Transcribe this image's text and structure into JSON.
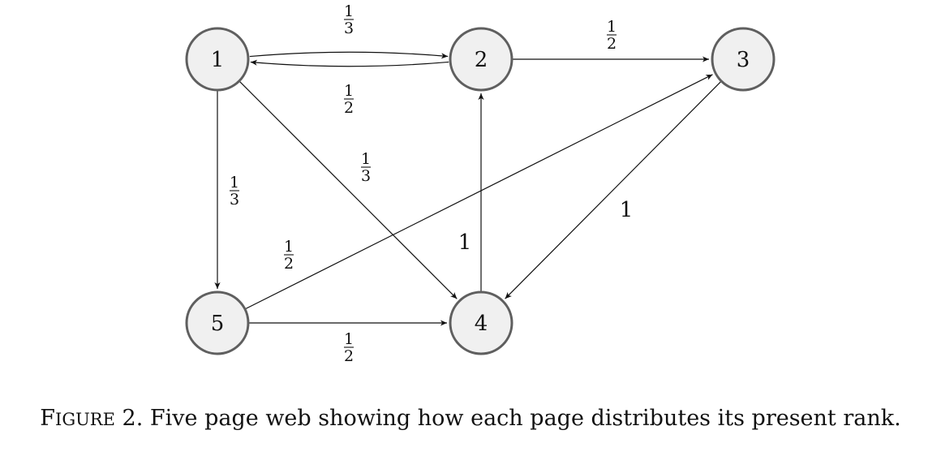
{
  "diagram": {
    "nodes": [
      {
        "id": "1",
        "label": "1"
      },
      {
        "id": "2",
        "label": "2"
      },
      {
        "id": "3",
        "label": "3"
      },
      {
        "id": "4",
        "label": "4"
      },
      {
        "id": "5",
        "label": "5"
      }
    ],
    "edges": [
      {
        "from": "1",
        "to": "2",
        "weight": {
          "num": "1",
          "den": "3"
        }
      },
      {
        "from": "2",
        "to": "1",
        "weight": {
          "num": "1",
          "den": "2"
        }
      },
      {
        "from": "2",
        "to": "3",
        "weight": {
          "num": "1",
          "den": "2"
        }
      },
      {
        "from": "1",
        "to": "5",
        "weight": {
          "num": "1",
          "den": "3"
        }
      },
      {
        "from": "1",
        "to": "4",
        "weight": {
          "num": "1",
          "den": "3"
        }
      },
      {
        "from": "5",
        "to": "3",
        "weight": {
          "num": "1",
          "den": "2"
        }
      },
      {
        "from": "4",
        "to": "2",
        "weight": {
          "text": "1"
        }
      },
      {
        "from": "3",
        "to": "4",
        "weight": {
          "text": "1"
        }
      },
      {
        "from": "5",
        "to": "4",
        "weight": {
          "num": "1",
          "den": "2"
        }
      }
    ]
  },
  "caption": {
    "figure_first": "F",
    "figure_rest": "IGURE",
    "number": "2.",
    "text": "Five page web showing how each page distributes its present rank."
  }
}
